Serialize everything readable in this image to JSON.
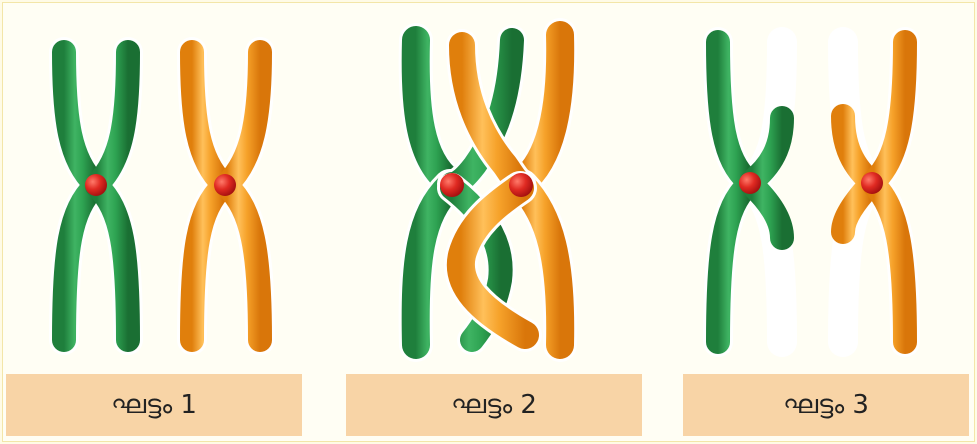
{
  "colors": {
    "green": "#279a4a",
    "green_light": "#5cc37a",
    "orange": "#f19a1d",
    "orange_light": "#ffc45a",
    "centromere": "#d81e1e",
    "caption_bg": "#f8d4a6"
  },
  "stages": [
    {
      "caption": "ഘട്ടം 1"
    },
    {
      "caption": "ഘട്ടം 2"
    },
    {
      "caption": "ഘട്ടം 3"
    }
  ]
}
